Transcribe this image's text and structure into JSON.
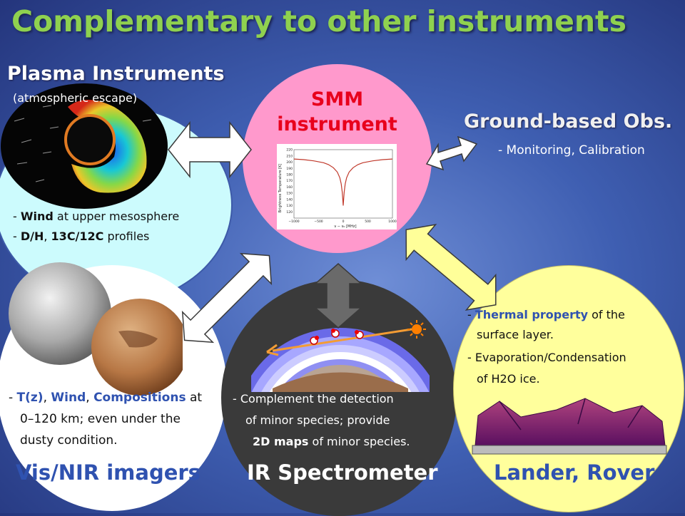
{
  "title": "Complementary to other instruments",
  "smm": {
    "title": "SMM instrument",
    "chart_data": {
      "type": "line",
      "title": "",
      "xlabel": "ν − ν₀ [MHz]",
      "ylabel": "Brightness Temperature [K]",
      "xlim": [
        -1000,
        1000
      ],
      "ylim": [
        110,
        220
      ],
      "xticks": [
        "−1000",
        "−500",
        "0",
        "500",
        "1000"
      ],
      "yticks": [
        "120",
        "130",
        "140",
        "150",
        "160",
        "170",
        "180",
        "190",
        "200",
        "210",
        "220"
      ],
      "x": [
        -1000,
        -800,
        -600,
        -400,
        -300,
        -200,
        -120,
        -70,
        -40,
        -20,
        -8,
        0,
        8,
        20,
        40,
        70,
        120,
        200,
        300,
        400,
        600,
        800,
        1000
      ],
      "values": [
        205,
        204,
        202,
        199,
        196,
        191,
        184,
        175,
        165,
        152,
        140,
        130,
        140,
        152,
        165,
        175,
        184,
        191,
        196,
        199,
        202,
        204,
        205
      ]
    }
  },
  "plasma": {
    "title": "Plasma Instruments",
    "subtitle": "(atmospheric escape)",
    "bullet1_prefix": "- ",
    "bullet1_bold": "Wind",
    "bullet1_rest": " at upper mesosphere",
    "bullet2_prefix": "- ",
    "bullet2_bold_a": "D/H",
    "bullet2_sep": ", ",
    "bullet2_bold_b": "13C/12C",
    "bullet2_rest": " profiles"
  },
  "ground": {
    "title": "Ground-based Obs.",
    "subtitle": "- Monitoring, Calibration"
  },
  "vis": {
    "title": "Vis/NIR imagers",
    "line1_prefix": "- ",
    "line1_bold_a": "T(z)",
    "line1_sep1": ", ",
    "line1_bold_b": "Wind",
    "line1_sep2": ", ",
    "line1_bold_c": "Compositions",
    "line1_rest": " at",
    "line2": "0–120 km; even under the",
    "line3": "dusty condition."
  },
  "ir": {
    "title": "IR Spectrometer",
    "line1": "- Complement the detection",
    "line2": "of  minor species; provide",
    "line3_bold": "2D maps",
    "line3_rest": " of minor species."
  },
  "lander": {
    "title": "Lander, Rover",
    "line1_prefix": "- ",
    "line1_bold": "Thermal property",
    "line1_rest": " of the",
    "line2": "surface layer.",
    "line3": "- Evaporation/Condensation",
    "line4": "of H2O ice."
  },
  "colors": {
    "title_green": "#8fd14f",
    "smm_pink": "#ff99cc",
    "smm_red": "#e8001c",
    "plasma_cyan": "#ccfbfd",
    "lander_yellow": "#ffff9c",
    "ir_dark": "#3a3a3a",
    "label_blue": "#2f52b0",
    "arrow_white": "#ffffff",
    "arrow_yellow": "#ffff99"
  },
  "icons": [
    "sun-icon",
    "molecule-icon",
    "mars-globe-icon",
    "plasma-map-icon",
    "mountain-terrain-icon",
    "double-arrow-icon"
  ]
}
